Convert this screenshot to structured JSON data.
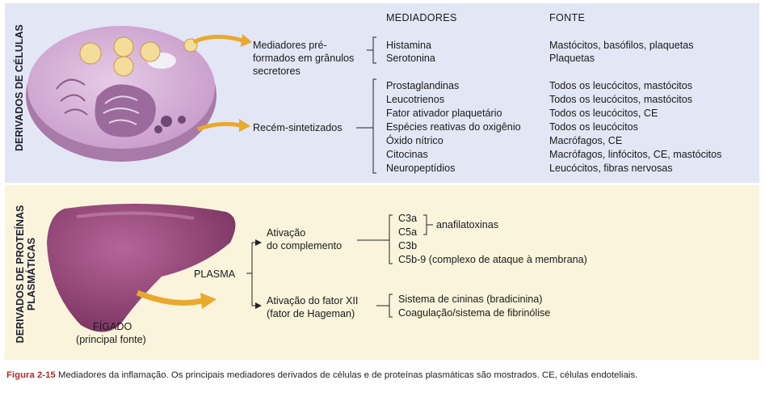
{
  "sections": {
    "cells_label": "DERIVADOS DE CÉLULAS",
    "plasma_label_line1": "DERIVADOS DE PROTEÍNAS",
    "plasma_label_line2": "PLASMÁTICAS"
  },
  "headers": {
    "mediators": "MEDIADORES",
    "source": "FONTE"
  },
  "cells": {
    "preformed_line1": "Mediadores pré-",
    "preformed_line2": "formados em grânulos",
    "preformed_line3": "secretores",
    "newly_synth": "Recém-sintetizados",
    "preformed_rows": [
      {
        "mediator": "Histamina",
        "source": "Mastócitos, basófilos, plaquetas"
      },
      {
        "mediator": "Serotonina",
        "source": "Plaquetas"
      }
    ],
    "synth_rows": [
      {
        "mediator": "Prostaglandinas",
        "source": "Todos os leucócitos, mastócitos"
      },
      {
        "mediator": "Leucotrienos",
        "source": "Todos os leucócitos, mastócitos"
      },
      {
        "mediator": "Fator ativador plaquetário",
        "source": "Todos os leucócitos, CE"
      },
      {
        "mediator": "Espécies reativas do oxigênio",
        "source": "Todos os leucócitos"
      },
      {
        "mediator": "Óxido nítrico",
        "source": "Macrófagos, CE"
      },
      {
        "mediator": "Citocinas",
        "source": "Macrófagos, linfócitos, CE, mastócitos"
      },
      {
        "mediator": "Neuropeptídios",
        "source": "Leucócitos, fibras nervosas"
      }
    ]
  },
  "plasma": {
    "liver_line1": "FÍGADO",
    "liver_line2": "(principal fonte)",
    "plasma_label": "PLASMA",
    "complement_line1": "Ativação",
    "complement_line2": "do complemento",
    "factor_line1": "Ativação do fator XII",
    "factor_line2": "(fator de Hageman)",
    "c3a": "C3a",
    "c5a": "C5a",
    "anaphylatoxins": "anafilatoxinas",
    "c3b": "C3b",
    "c5b9": "C5b-9 (complexo de ataque à membrana)",
    "kinin": "Sistema de cininas (bradicinina)",
    "coag": "Coagulação/sistema de fibrinólise"
  },
  "caption": {
    "label": "Figura 2-15",
    "text": "Mediadores da inflamação. Os principais mediadores derivados de células e de proteínas plasmáticas são mostrados. CE, células endoteliais."
  },
  "colors": {
    "cells_panel": "#e3e6f4",
    "plasma_panel": "#fbf4dc",
    "cell": "#d9b6dc",
    "liver": "#9b4a7a",
    "arrow": "#e8a92c"
  }
}
